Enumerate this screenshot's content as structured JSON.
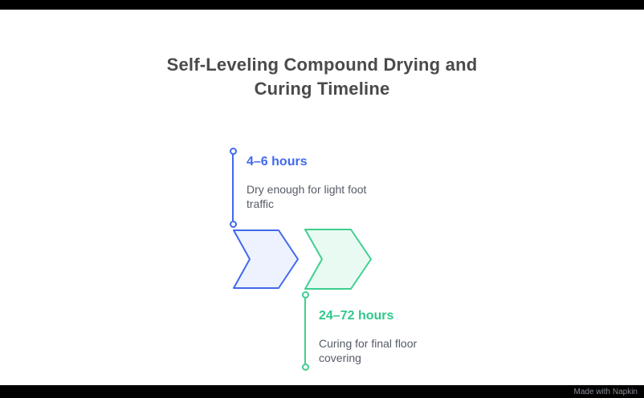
{
  "title": {
    "line1": "Self-Leveling Compound Drying and",
    "line2": "Curing Timeline"
  },
  "milestones": [
    {
      "duration": "4–6 hours",
      "description": "Dry enough for light foot traffic",
      "accent_color": "#4069ED",
      "fill_color": "#EDF2FE"
    },
    {
      "duration": "24–72 hours",
      "description": "Curing for final floor covering",
      "accent_color": "#3ECF8E",
      "fill_color": "#E9FAF2"
    }
  ],
  "watermark": "Made with Napkin",
  "colors": {
    "title_text": "#4A4A4A",
    "description_text": "#555B66",
    "canvas_background": "#FFFFFF",
    "letterbox": "#000000"
  }
}
